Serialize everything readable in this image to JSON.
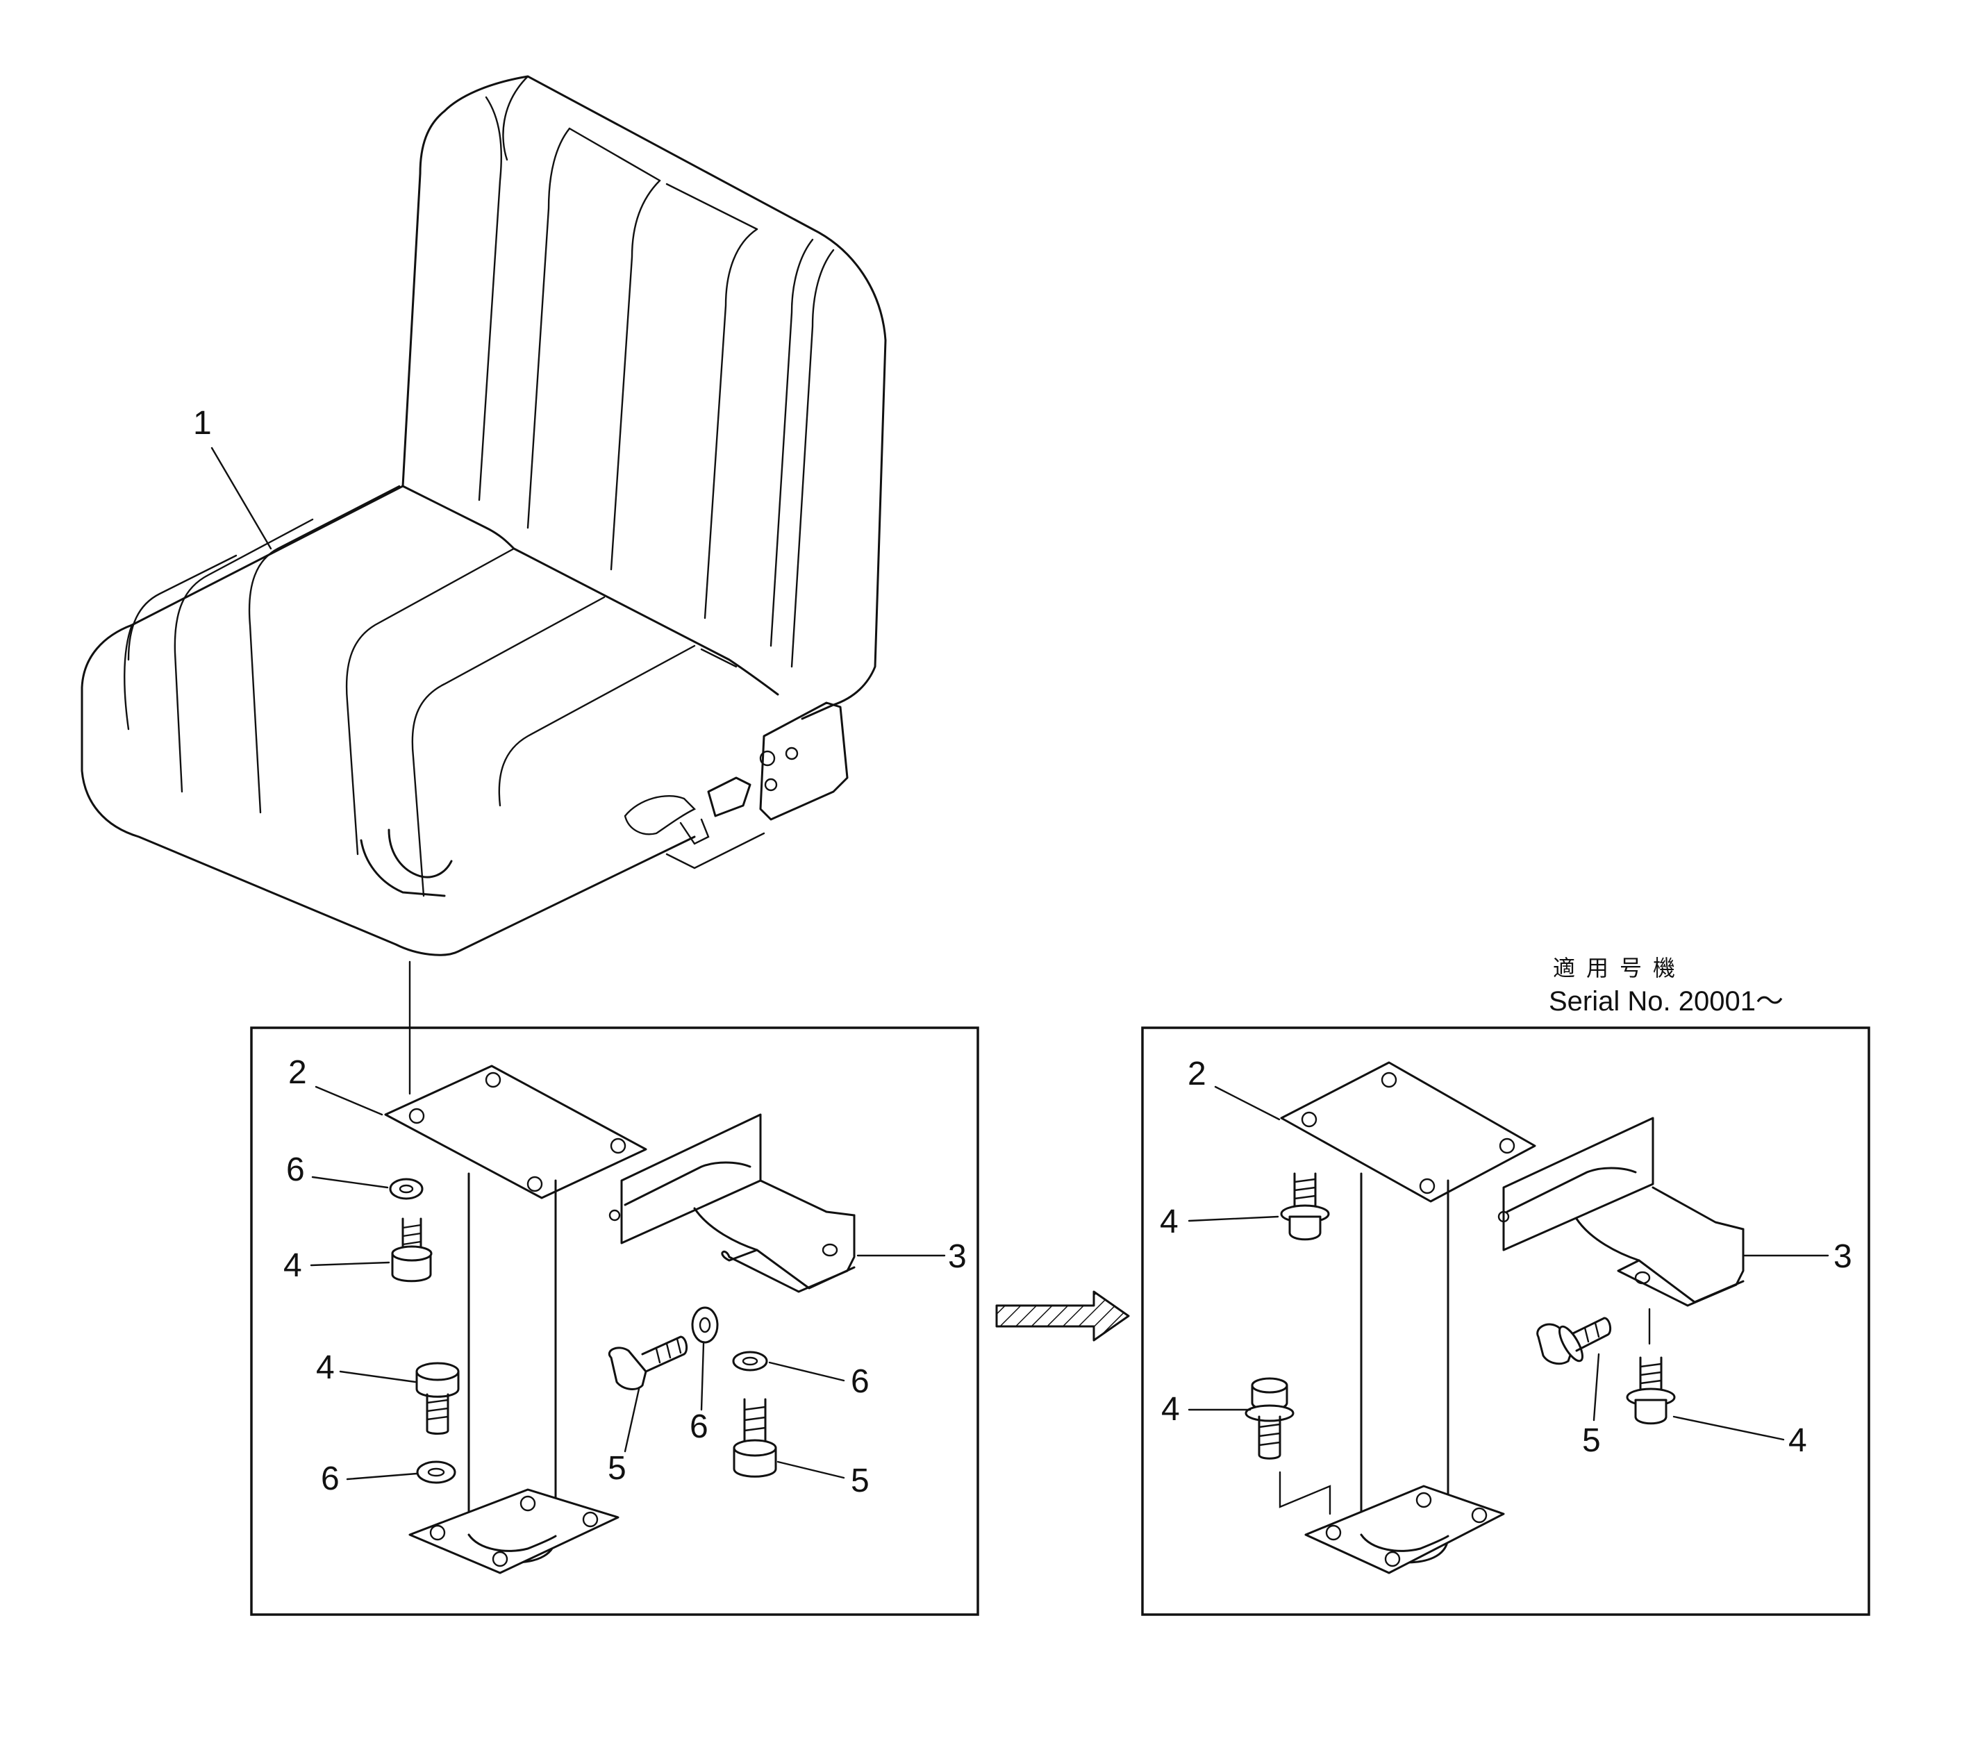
{
  "serial_note": {
    "applicable_units_jp": "適用号機",
    "serial_number": "Serial No. 20001～"
  },
  "left_panel": {
    "callouts": {
      "seat": "1",
      "plate": "2",
      "bracket": "3",
      "bolt_a": "4",
      "bolt_b": "4",
      "bolt_c": "5",
      "bolt_d": "5",
      "washer_a": "6",
      "washer_b": "6",
      "washer_c": "6",
      "washer_d": "6"
    }
  },
  "right_panel": {
    "callouts": {
      "plate": "2",
      "bracket": "3",
      "bolt_a": "4",
      "bolt_b": "4",
      "bolt_c": "4",
      "bolt_d": "5"
    }
  }
}
